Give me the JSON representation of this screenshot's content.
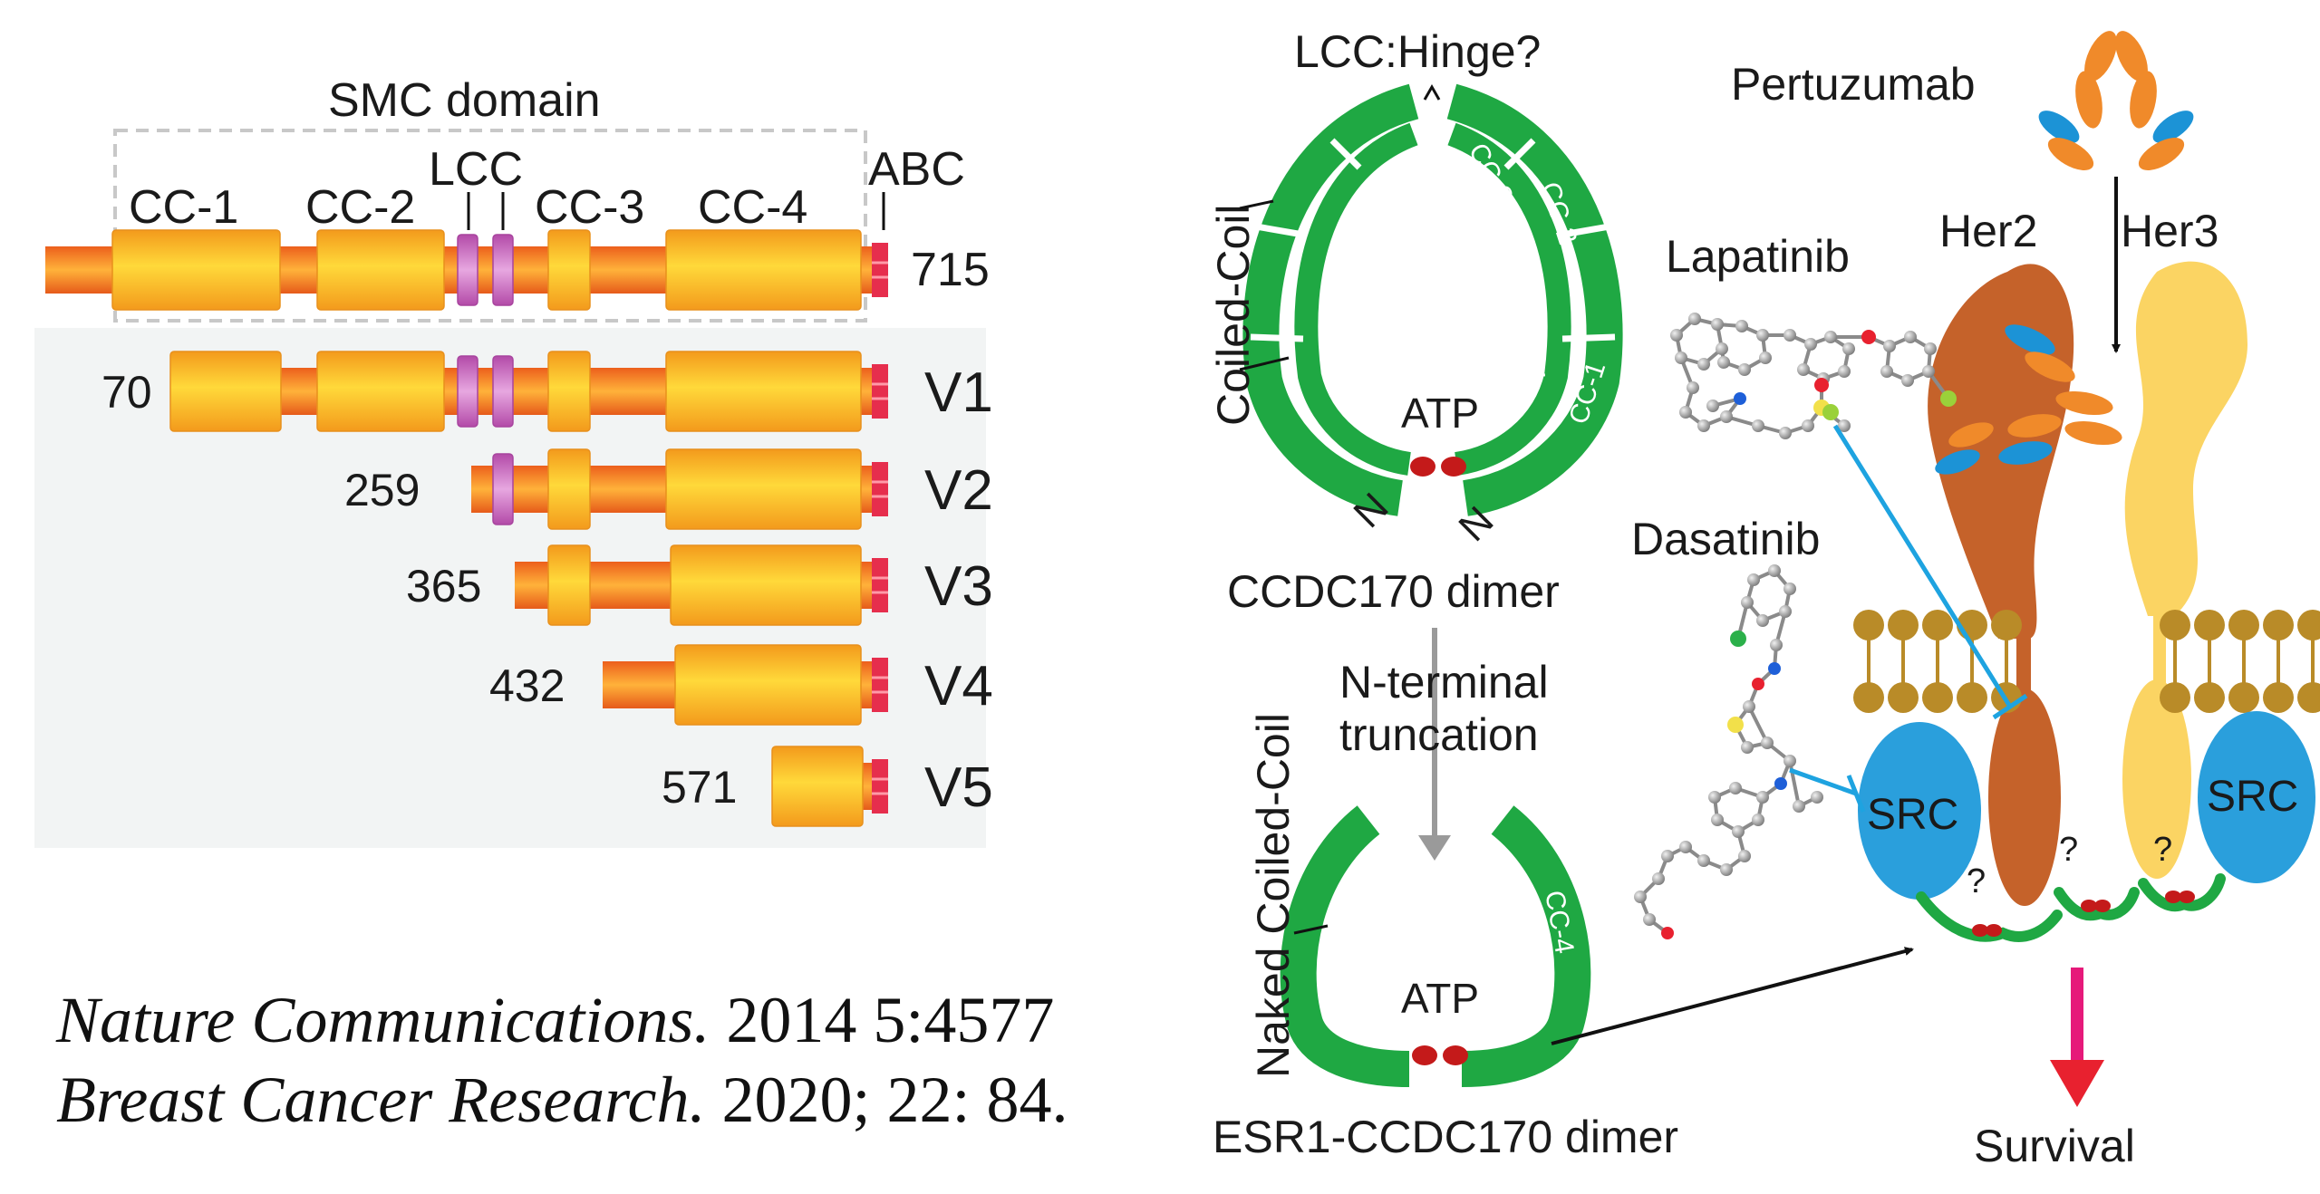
{
  "domain_labels": {
    "smc_domain": "SMC domain",
    "cc1": "CC-1",
    "cc2": "CC-2",
    "lcc": "LCC",
    "cc3": "CC-3",
    "cc4": "CC-4",
    "abc": "ABC",
    "full_length": "715"
  },
  "variants": [
    {
      "start": "70",
      "name": "V1"
    },
    {
      "start": "259",
      "name": "V2"
    },
    {
      "start": "365",
      "name": "V3"
    },
    {
      "start": "432",
      "name": "V4"
    },
    {
      "start": "571",
      "name": "V5"
    }
  ],
  "references": [
    {
      "journal": "Nature Communications.",
      "detail": " 2014 5:4577"
    },
    {
      "journal": "Breast Cancer Research.",
      "detail": " 2020; 22: 84."
    }
  ],
  "dimer_top": {
    "lcc_hinge": "LCC:Hinge?",
    "coiled_coil": "Coiled-Coil",
    "cc1": "CC-1",
    "cc2": "CC-2",
    "cc3": "CC-3",
    "cc4": "CC-4",
    "atp": "ATP",
    "n_left": "N",
    "n_right": "N",
    "title": "CCDC170 dimer"
  },
  "truncation": {
    "line1": "N-terminal",
    "line2": "truncation"
  },
  "dimer_bottom": {
    "naked_coiled_coil": "Naked Coiled-Coil",
    "cc4": "CC-4",
    "atp": "ATP",
    "title": "ESR1-CCDC170 dimer"
  },
  "pathway": {
    "pertuzumab": "Pertuzumab",
    "lapatinib": "Lapatinib",
    "dasatinib": "Dasatinib",
    "her2": "Her2",
    "her3": "Her3",
    "src_left": "SRC",
    "src_right": "SRC",
    "question": "?",
    "survival": "Survival"
  },
  "colors": {
    "gene_orange": "#f07a28",
    "domain_yellow": "#f9c42a",
    "lcc_purple": "#c060b8",
    "abc_red": "#e62e4d",
    "coil_green": "#1fa843",
    "atp_red": "#c41a1a",
    "her2_brown": "#c5622a",
    "her3_yellow": "#fbd463",
    "src_blue": "#2a9fdc",
    "pertuzumab_orange": "#f08a2a",
    "pertuzumab_blue": "#1c93d6",
    "membrane_gold": "#b98b28",
    "inhibitor_blue": "#1ea3e0",
    "survival_pink": "#e6197a",
    "survival_red": "#e8212f"
  }
}
